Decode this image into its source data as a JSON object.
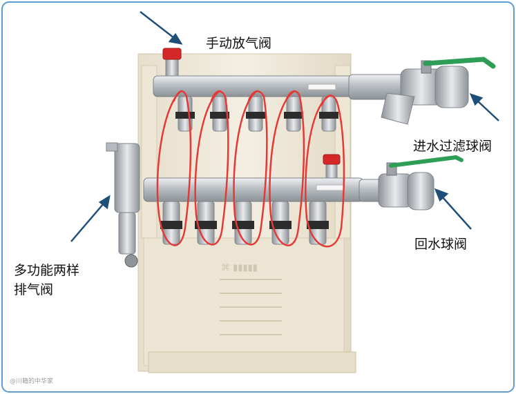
{
  "labels": {
    "manual_air_vent": "手动放气阀",
    "inlet_filter_ball_valve": "进水过滤球阀",
    "return_ball_valve": "回水球阀",
    "multi_function_vent_line1": "多功能两样",
    "multi_function_vent_line2": "排气阀"
  },
  "watermark": "@川籍的中华家",
  "colors": {
    "frame_border": "#5b9bd5",
    "arrow": "#1f4e79",
    "annotation_loops": "#e53935",
    "cabinet": "#f1ebdd",
    "pipe": "#c9cdd1",
    "valve_handle": "#2e9e57",
    "vent_cap": "#d62828"
  },
  "loop_count": 5,
  "branch_valves_per_row": 5
}
